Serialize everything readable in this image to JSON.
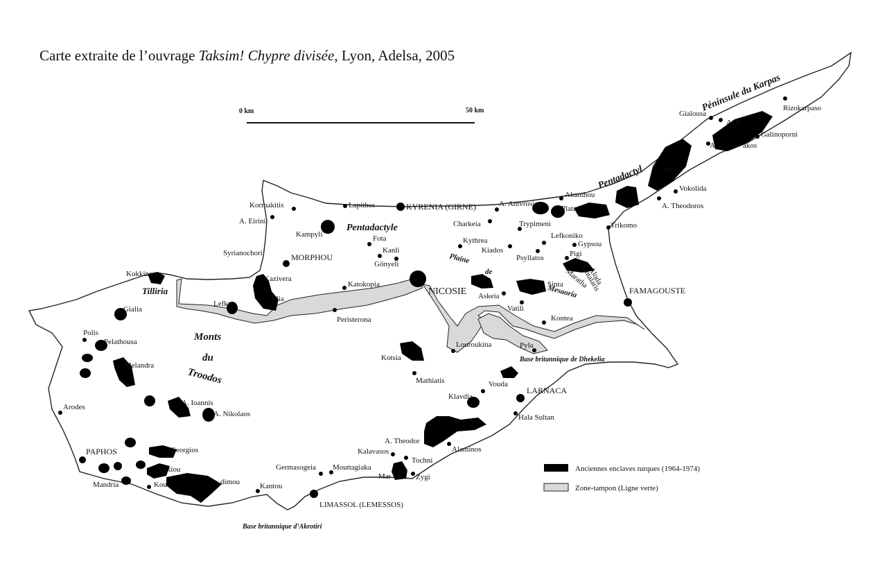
{
  "caption": {
    "prefix": "Carte extraite de l’ouvrage ",
    "title": "Taksim! Chypre divisée",
    "suffix": ", Lyon, Adelsa, 2005"
  },
  "scale": {
    "start": "0 km",
    "end": "50 km"
  },
  "legend": {
    "enclaves": "Anciennes enclaves turques (1964-1974)",
    "buffer": "Zone-tampon (Ligne verte)",
    "enclaves_color": "#000000",
    "buffer_color": "#d9d9d9"
  },
  "regions": {
    "karpas": "Péninsule du Karpas",
    "pentadactyle_west": "Pentadactyle",
    "pentadactyle_east": "Pentadactyl",
    "tilliria": "Tilliria",
    "troodos_1": "Monts",
    "troodos_2": "du",
    "troodos_3": "Troodos",
    "plaine_1": "Plaine",
    "plaine_2": "de",
    "mesaoria": "Mesaoria",
    "akrotiri": "Base britannique d’Akrotiri",
    "dhekelia": "Base britannique de Dhekelia"
  },
  "places": {
    "gialousa": "Gialousa",
    "a_t": "A. T",
    "rizokarpaso": "Rizokarpaso",
    "galinoporni": "Galinoporni",
    "a_akos": "A.",
    "akos": "akos",
    "ateia": "ateia",
    "vokolida": "Vokolida",
    "a_theodoros": "A. Theodoros",
    "akanthou": "Akanthou",
    "plata": "Plata",
    "a_amvrosios": "A. Amvrosios",
    "kormakitis": "Kormakitis",
    "lapithos": "Lapithos",
    "kyrenia": "KYRENIA (GIRNE)",
    "a_eirini": "A. Eirini",
    "kampyli": "Kampyli",
    "charkeia": "Charkeia",
    "trypimeni": "Trypimeni",
    "trikomo": "Trikomo",
    "lefkoniko": "Lefkoniko",
    "gypsou": "Gypsou",
    "fota": "Fota",
    "kythrea": "Kythrea",
    "kanli": "Kanli",
    "kiados": "Kiados",
    "psyllatos": "Psyllatos",
    "pigi": "Pigi",
    "syrianochori": "Syrianochori",
    "morphou": "MORPHOU",
    "gonyeli": "Gönyeli",
    "aloda": "Aloda",
    "santalaris": "Santalaris",
    "maratha": "Maratha",
    "kokkina": "Kokkina",
    "kazivera": "Kazivera",
    "katokopia": "Katokopia",
    "nicosie": "NICOSIE",
    "sinta": "Sinta",
    "famagouste": "FAMAGOUSTE",
    "lefka": "Lefka",
    "elia": "Elia",
    "askeia": "Askeia",
    "vatili": "Vatili",
    "gialia": "Gialia",
    "peristerona": "Peristerona",
    "kontea": "Kontea",
    "polis": "Polis",
    "pelathousa": "Pelathousa",
    "louroukina": "Louroukina",
    "pyla": "Pyla",
    "kotsiatis": "Kotsia",
    "melandra": "Melandra",
    "mathiatis": "Mathiatis",
    "vouda": "Vouda",
    "larnaca": "LARNACA",
    "klavdia": "Klavdia",
    "arodes": "Arodes",
    "a_ioannis": "A. Ioannis",
    "a_nikolaos": "A. Nikolaos",
    "hala_sultan": "Hala Sultan",
    "a_theodoros_s": "A. Theodor",
    "paphos": "PAPHOS",
    "georgios": "Georgios",
    "alaminos": "Alaminos",
    "kalavasos": "Kalavasos",
    "tochni": "Tochni",
    "akiou": "akiou",
    "germasogeia": "Germasogeia",
    "mouttagiaka": "Mouttagiaka",
    "mandria": "Mandria",
    "kou": "Kou",
    "dimou": "dimou",
    "mari": "Mar",
    "zygi": "Zygi",
    "kantou": "Kantou",
    "limassol": "LIMASSOL (LEMESSOS)"
  }
}
